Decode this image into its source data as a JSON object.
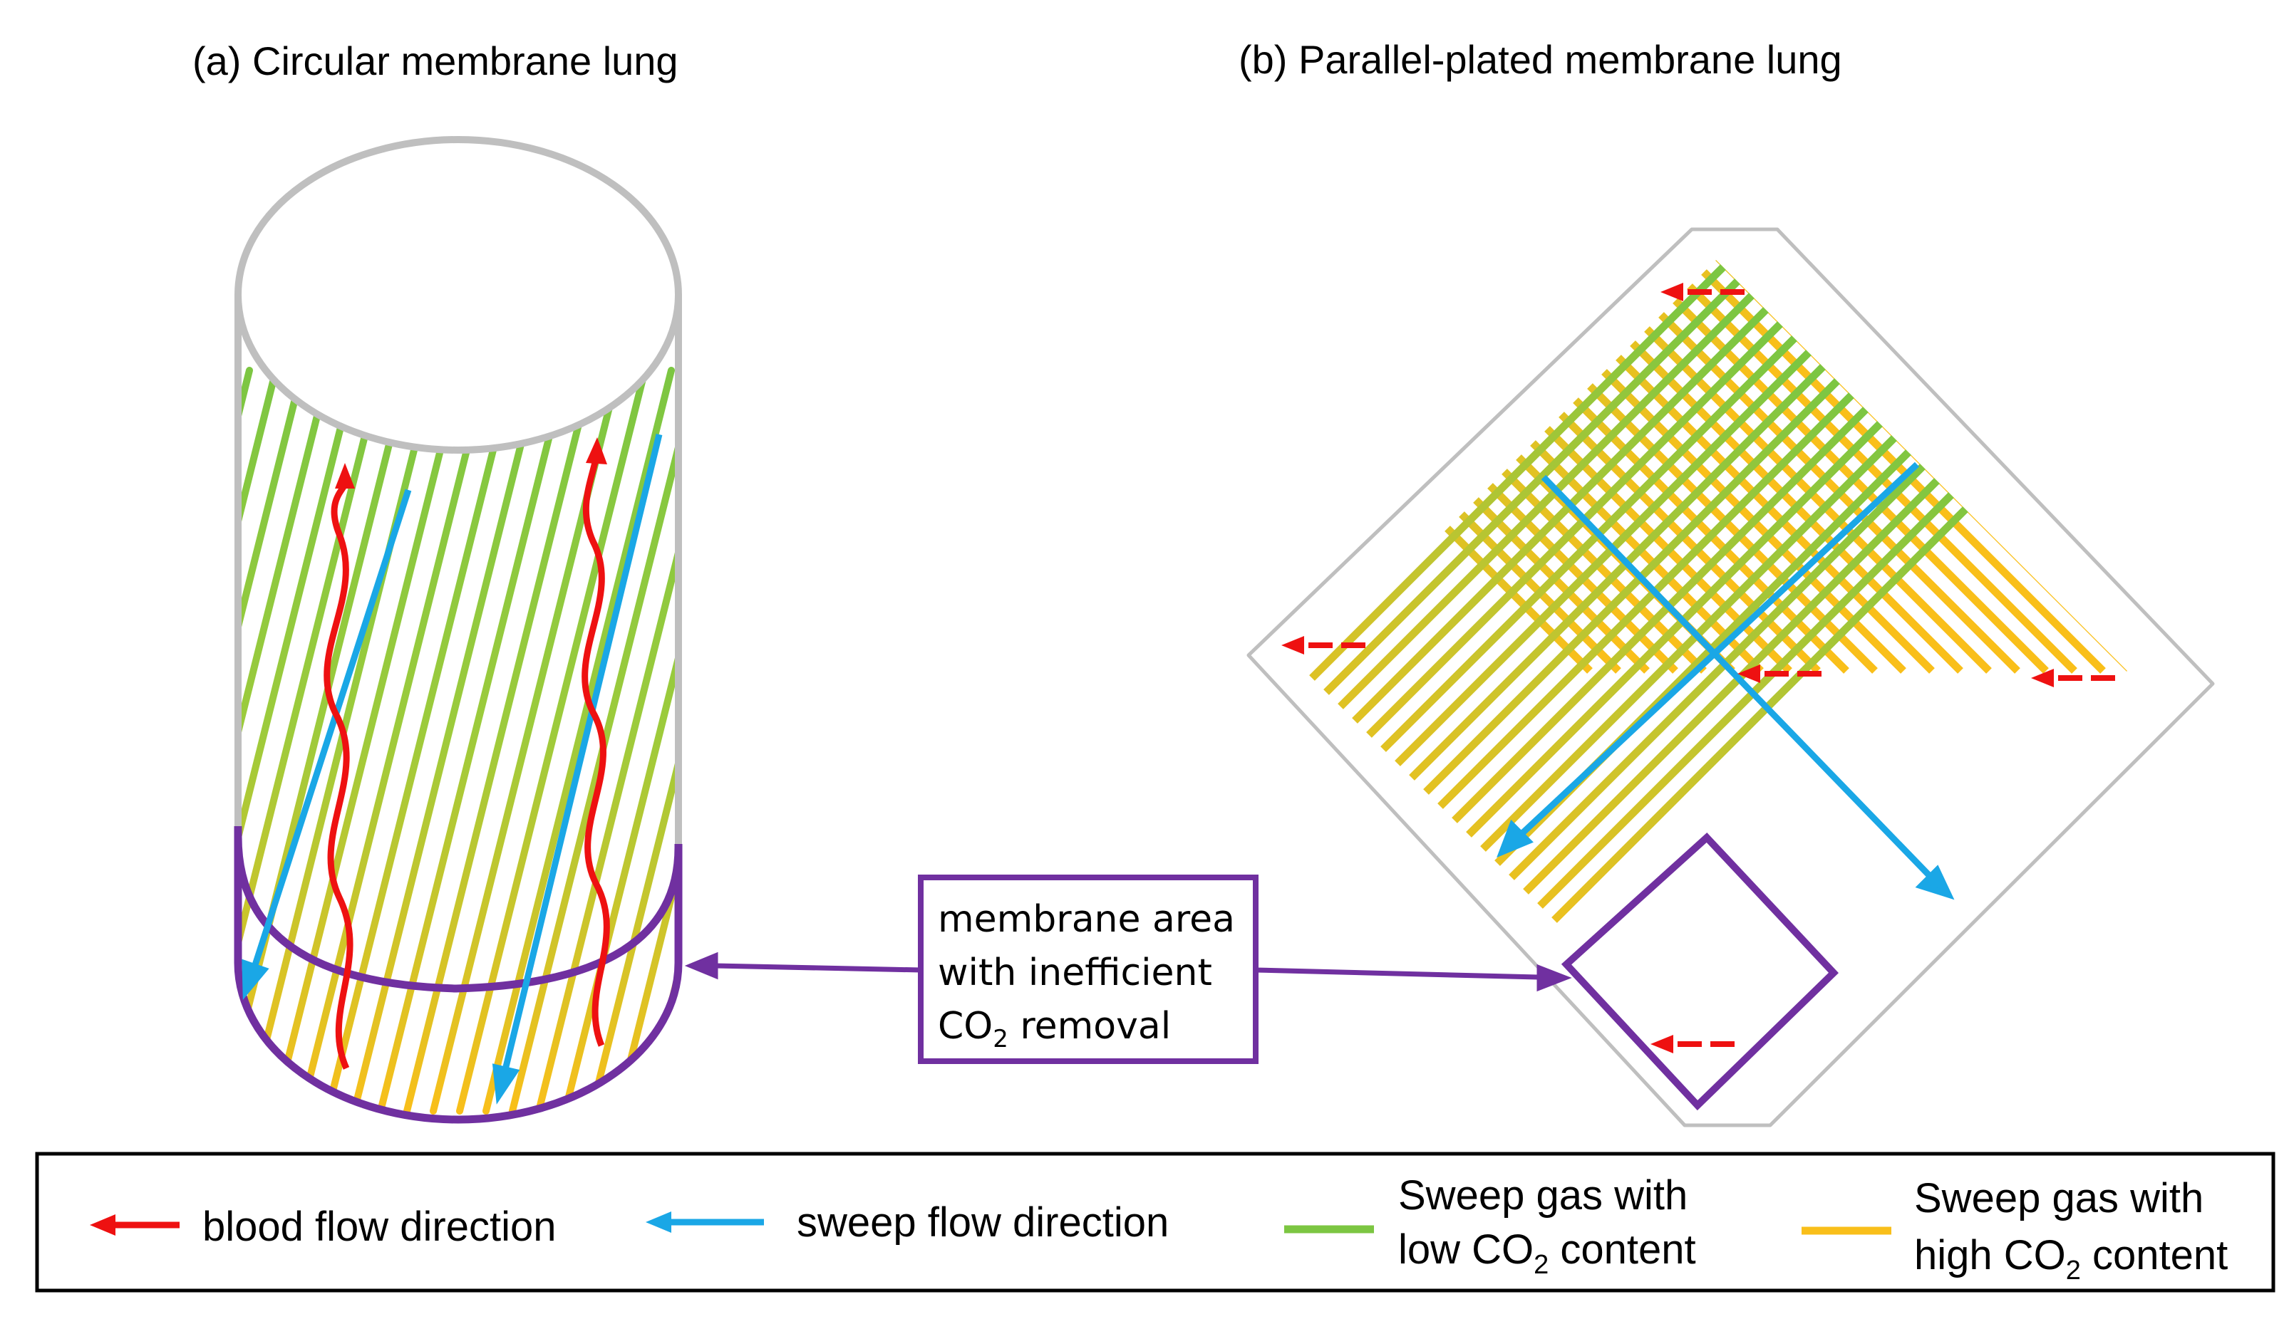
{
  "titles": {
    "a": "(a) Circular membrane lung",
    "b": "(b) Parallel-plated membrane lung"
  },
  "callout": {
    "line1": "membrane area",
    "line2": "with inefficient",
    "line3_pre": "CO",
    "line3_sub": "2",
    "line3_post": " removal"
  },
  "legend": {
    "blood": "blood flow direction",
    "sweep": "sweep flow direction",
    "low_line1": "Sweep gas with",
    "low_line2_pre": "low CO",
    "low_line2_sub": "2",
    "low_line2_post": " content",
    "high_line1": "Sweep gas with",
    "high_line2_pre": "high CO",
    "high_line2_sub": "2",
    "high_line2_post": " content"
  },
  "colors": {
    "blood": "#ee1111",
    "sweep": "#1aa7e6",
    "low_co2": "#7cc642",
    "high_co2": "#f9bf1a",
    "highlight": "#7030a0",
    "outline": "#bfbfbf"
  }
}
